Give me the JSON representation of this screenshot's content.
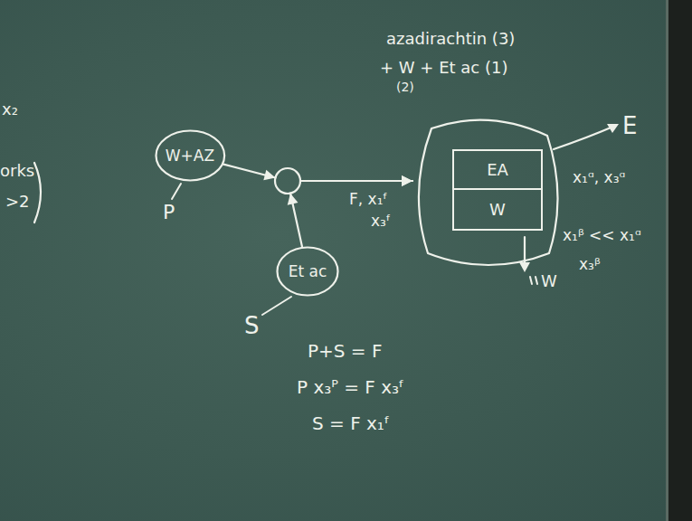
{
  "diagram": {
    "nodes": [
      {
        "text": [
          "W+AZ"
        ]
      },
      {
        "text": [
          "Et ac"
        ]
      },
      {
        "text": [
          "azadirachtin (3)",
          "+ W + Et ac (1)"
        ]
      },
      {
        "text": [
          "EA"
        ],
        "in": 2
      },
      {
        "text": [
          "W"
        ],
        "in": 2
      }
    ],
    "edges": [
      {
        "from": 0,
        "to": 2,
        "arrow": "to"
      },
      {
        "from": 1,
        "to": 2,
        "arrow": "to"
      }
    ],
    "labels": [
      "x₂",
      "orks",
      ">2",
      "P",
      "S",
      "(2)",
      "F, x₁ᶠ",
      "x₃ᶠ",
      "E",
      "x₁ᵅ, x₃ᵅ",
      "x₁ᵝ << x₁ᵅ",
      "x₃ᵝ",
      "W",
      "P+S = F",
      "P x₃ᴾ = F x₃ᶠ",
      "S = F x₁ᶠ"
    ]
  }
}
